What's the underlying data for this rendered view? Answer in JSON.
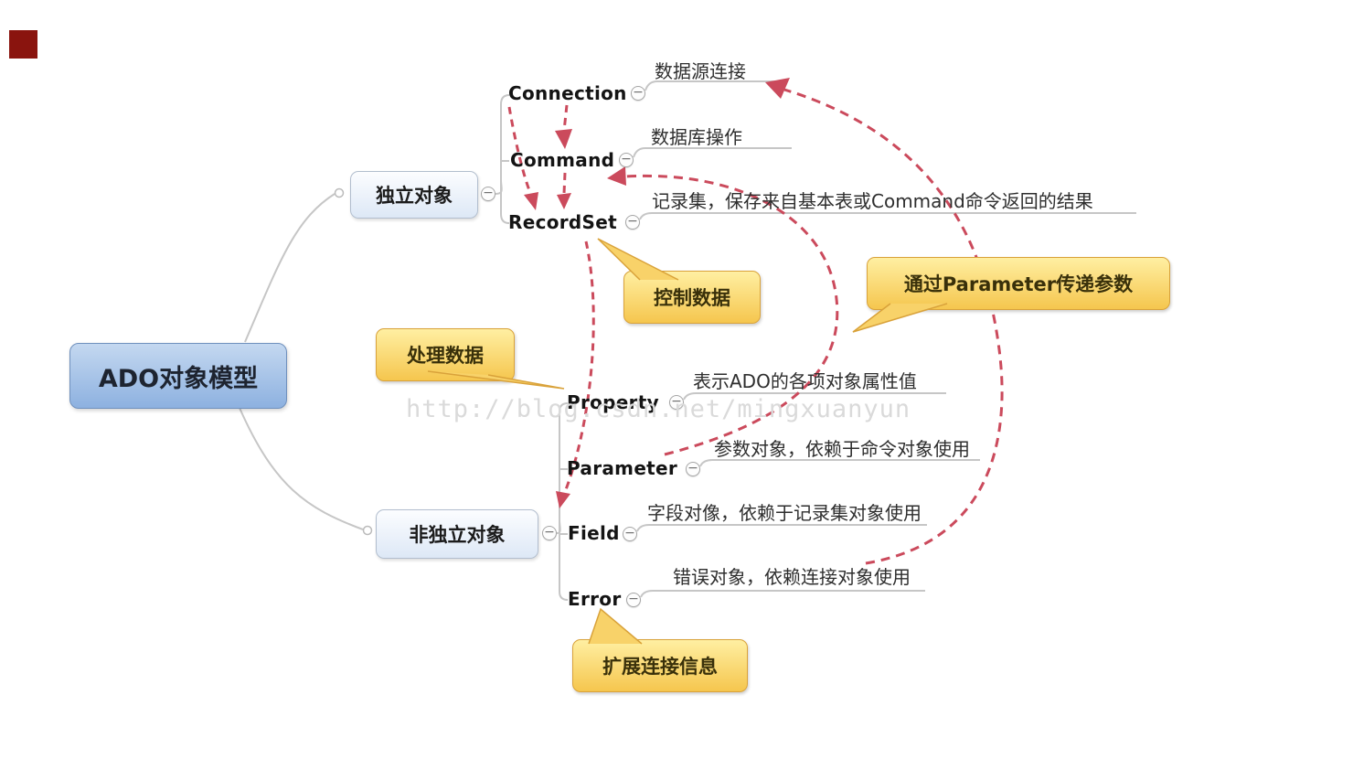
{
  "root": {
    "label": "ADO对象模型"
  },
  "branches": [
    {
      "label": "独立对象",
      "children": [
        {
          "label": "Connection",
          "note": "数据源连接"
        },
        {
          "label": "Command",
          "note": "数据库操作"
        },
        {
          "label": "RecordSet",
          "note": "记录集，保存来自基本表或Command命令返回的结果"
        }
      ]
    },
    {
      "label": "非独立对象",
      "children": [
        {
          "label": "Property",
          "note": "表示ADO的各项对象属性值"
        },
        {
          "label": "Parameter",
          "note": "参数对象，依赖于命令对象使用"
        },
        {
          "label": "Field",
          "note": "字段对像，依赖于记录集对象使用"
        },
        {
          "label": "Error",
          "note": "错误对象，依赖连接对象使用"
        }
      ]
    }
  ],
  "callouts": [
    {
      "label": "控制数据"
    },
    {
      "label": "处理数据"
    },
    {
      "label": "通过Parameter传递参数"
    },
    {
      "label": "扩展连接信息"
    }
  ],
  "watermark": {
    "text": "http://blog.csdn.net/mingxuanyun"
  },
  "icons": {
    "collapse": "−"
  },
  "colors": {
    "arrow": "#cb4a5c",
    "root_fill": "#8db1e0",
    "branch_fill": "#e3ecf7",
    "callout_fill": "#f5c64e",
    "callout_border": "#d9a23a",
    "connector_line": "#c6c6c6",
    "corner_marker": "#8a140e"
  }
}
